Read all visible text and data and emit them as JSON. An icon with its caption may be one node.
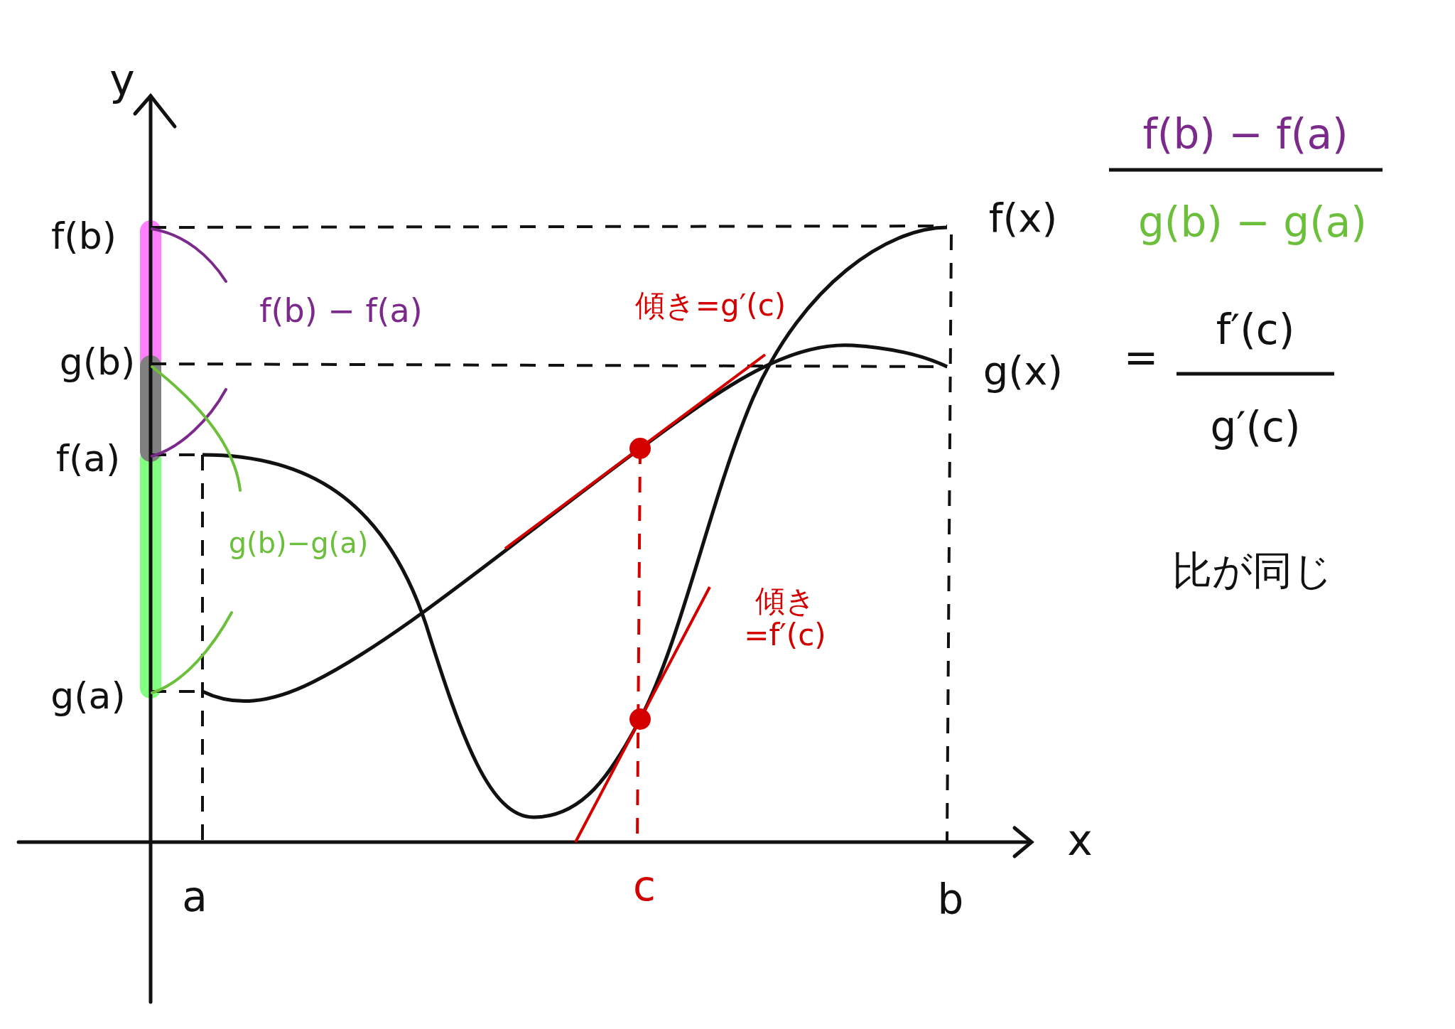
{
  "diagram": {
    "labels": [
      "y",
      "f(b) − f(a)",
      "f(b)",
      "f(x)",
      "g(b) − g(a)",
      "f(b) − f(a)",
      "傾き=g′(c)",
      "g(b)",
      "g(x)",
      "=",
      "f′(c)",
      "g′(c)",
      "f(a)",
      "g(b)−g(a)",
      "比が同じ",
      "傾き =f′(c)",
      "g(a)",
      "x",
      "a",
      "c",
      "b"
    ]
  }
}
